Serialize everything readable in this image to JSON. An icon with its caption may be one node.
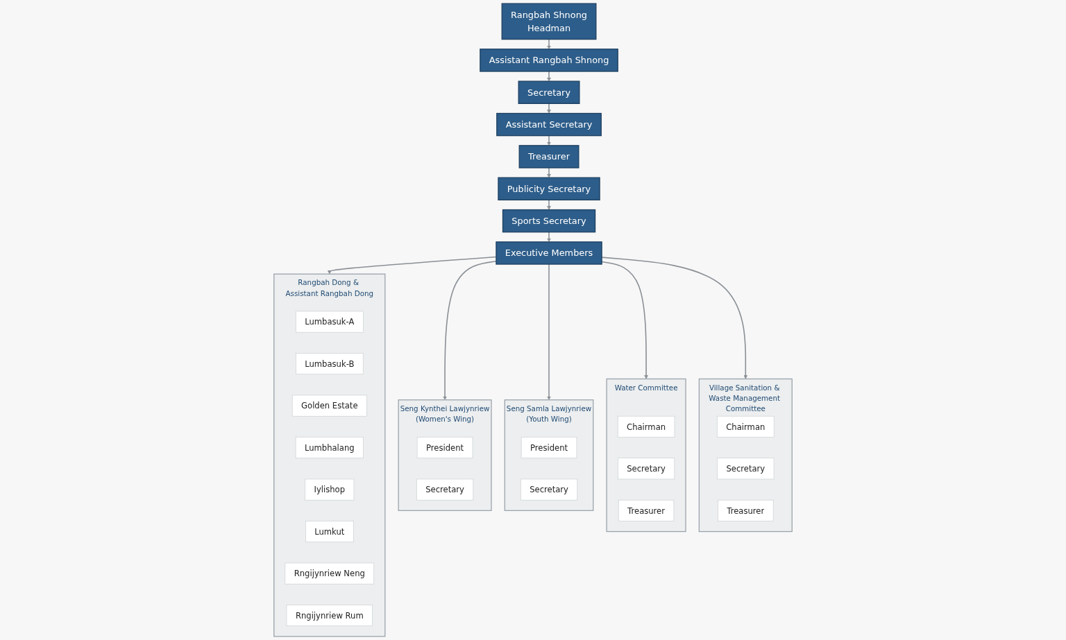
{
  "diagram": {
    "nodes": [
      {
        "text": [
          "Rangbah Shnong",
          "Headman"
        ]
      },
      {
        "text": [
          "Assistant Rangbah Shnong"
        ]
      },
      {
        "text": [
          "Secretary"
        ]
      },
      {
        "text": [
          "Assistant Secretary"
        ]
      },
      {
        "text": [
          "Treasurer"
        ]
      },
      {
        "text": [
          "Publicity Secretary"
        ]
      },
      {
        "text": [
          "Sports Secretary"
        ]
      },
      {
        "text": [
          "Executive Members"
        ]
      },
      {
        "text": [
          "Rangbah Dong & Assistant Rangbah Dong"
        ]
      },
      {
        "text": [
          "Lumbasuk-A"
        ],
        "in": 8
      },
      {
        "text": [
          "Lumbasuk-B"
        ],
        "in": 8
      },
      {
        "text": [
          "Golden Estate"
        ],
        "in": 8
      },
      {
        "text": [
          "Lumbhalang"
        ],
        "in": 8
      },
      {
        "text": [
          "Iylishop"
        ],
        "in": 8
      },
      {
        "text": [
          "Lumkut"
        ],
        "in": 8
      },
      {
        "text": [
          "Rngijynriew Neng"
        ],
        "in": 8
      },
      {
        "text": [
          "Rngijynriew Rum"
        ],
        "in": 8
      },
      {
        "text": [
          "Seng Kynthei Lawjynriew",
          "(Women's Wing)"
        ]
      },
      {
        "text": [
          "President"
        ],
        "in": 17
      },
      {
        "text": [
          "Secretary"
        ],
        "in": 17
      },
      {
        "text": [
          "Seng Samla Lawjynriew",
          "(Youth Wing)"
        ]
      },
      {
        "text": [
          "President"
        ],
        "in": 20
      },
      {
        "text": [
          "Secretary"
        ],
        "in": 20
      },
      {
        "text": [
          "Water Committee"
        ]
      },
      {
        "text": [
          "Chairman"
        ],
        "in": 23
      },
      {
        "text": [
          "Secretary"
        ],
        "in": 23
      },
      {
        "text": [
          "Treasurer"
        ],
        "in": 23
      },
      {
        "text": [
          "Village Sanitation & Waste Management Committee"
        ]
      },
      {
        "text": [
          "Chairman"
        ],
        "in": 27
      },
      {
        "text": [
          "Secretary"
        ],
        "in": 27
      },
      {
        "text": [
          "Treasurer"
        ],
        "in": 27
      }
    ],
    "edges": [
      {
        "from": 0,
        "to": 1,
        "arrow": "to"
      },
      {
        "from": 1,
        "to": 2,
        "arrow": "to"
      },
      {
        "from": 2,
        "to": 3,
        "arrow": "to"
      },
      {
        "from": 3,
        "to": 4,
        "arrow": "to"
      },
      {
        "from": 4,
        "to": 5,
        "arrow": "to"
      },
      {
        "from": 5,
        "to": 6,
        "arrow": "to"
      },
      {
        "from": 6,
        "to": 7,
        "arrow": "to"
      },
      {
        "from": 7,
        "to": 8,
        "arrow": "to"
      },
      {
        "from": 7,
        "to": 17,
        "arrow": "to"
      },
      {
        "from": 7,
        "to": 20,
        "arrow": "to"
      },
      {
        "from": 7,
        "to": 23,
        "arrow": "to"
      },
      {
        "from": 7,
        "to": 27,
        "arrow": "to"
      }
    ]
  }
}
